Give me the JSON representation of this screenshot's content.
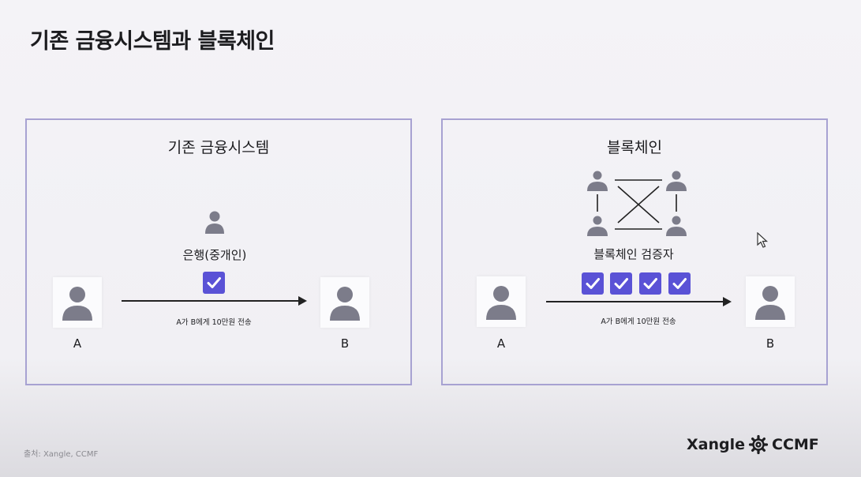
{
  "title": "기존 금융시스템과 블록체인",
  "left_panel": {
    "title": "기존 금융시스템",
    "intermediary_label": "은행(중개인)",
    "sender": "A",
    "receiver": "B",
    "transfer_caption": "A가 B에게 10만원 전송"
  },
  "right_panel": {
    "title": "블록체인",
    "validators_label": "블록체인 검증자",
    "sender": "A",
    "receiver": "B",
    "transfer_caption": "A가 B에게 10만원 전송",
    "check_count": 4
  },
  "source": "출처: Xangle, CCMF",
  "logo": {
    "xangle": "Xangle",
    "ccmf": "CCMF"
  },
  "colors": {
    "accent": "#5a52d6",
    "border": "#a7a2d2",
    "person": "#7c7c8a"
  }
}
